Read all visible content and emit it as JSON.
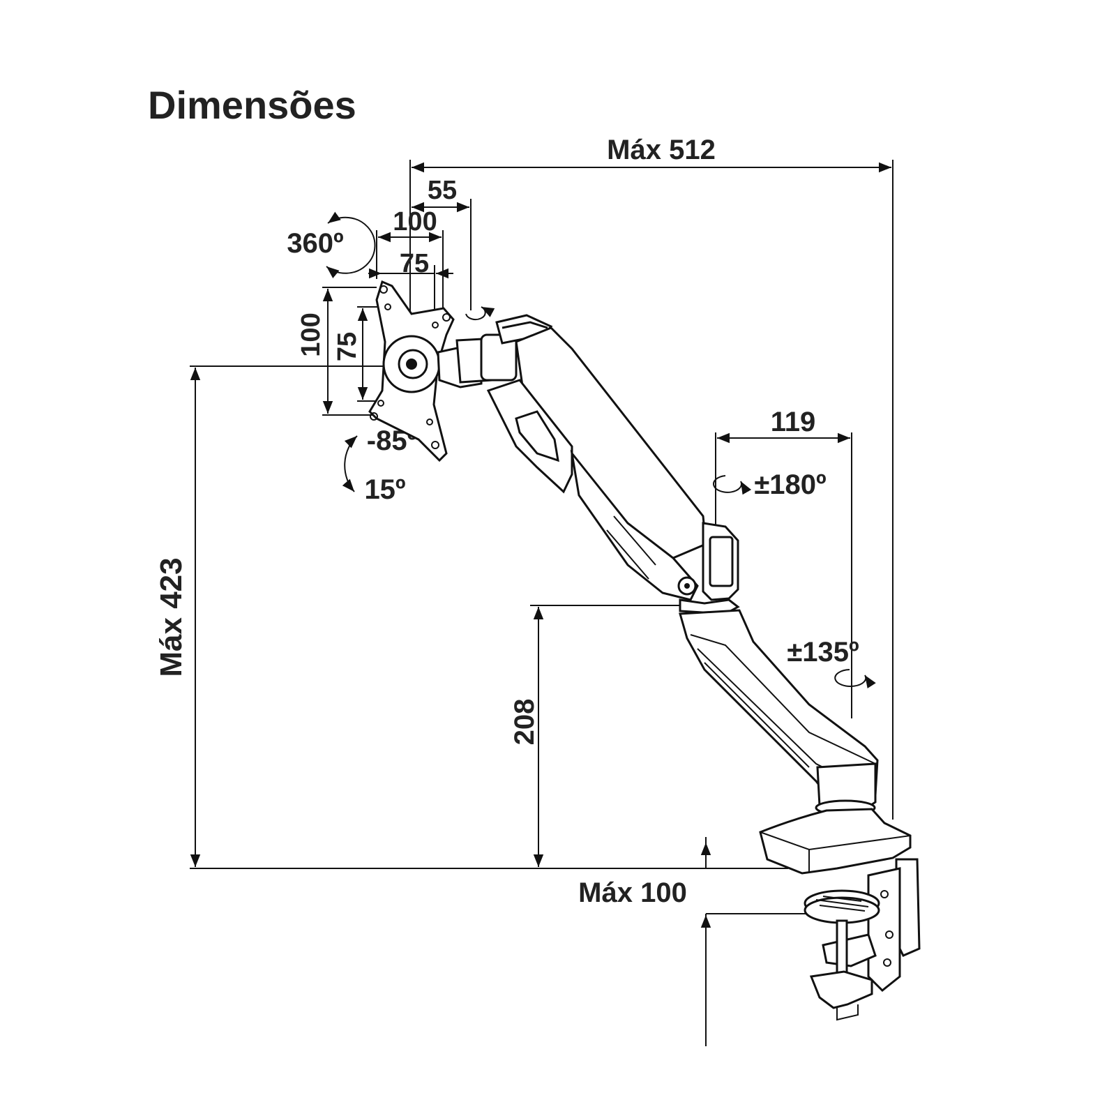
{
  "title": "Dimensões",
  "dimensions": {
    "max_width": "Máx 512",
    "arm_offset": "55",
    "vesa_width_100": "100",
    "vesa_width_75": "75",
    "vesa_height_100": "100",
    "vesa_height_75": "75",
    "max_height": "Máx 423",
    "base_height": "208",
    "pole_offset": "119",
    "desk_thickness": "Máx 100"
  },
  "rotations": {
    "rotate_360": "360º",
    "tilt_minus_85": "-85º",
    "tilt_15": "15º",
    "swivel_180": "±180º",
    "swivel_135": "±135º"
  },
  "colors": {
    "line": "#111111",
    "text": "#222222",
    "background": "#ffffff"
  }
}
